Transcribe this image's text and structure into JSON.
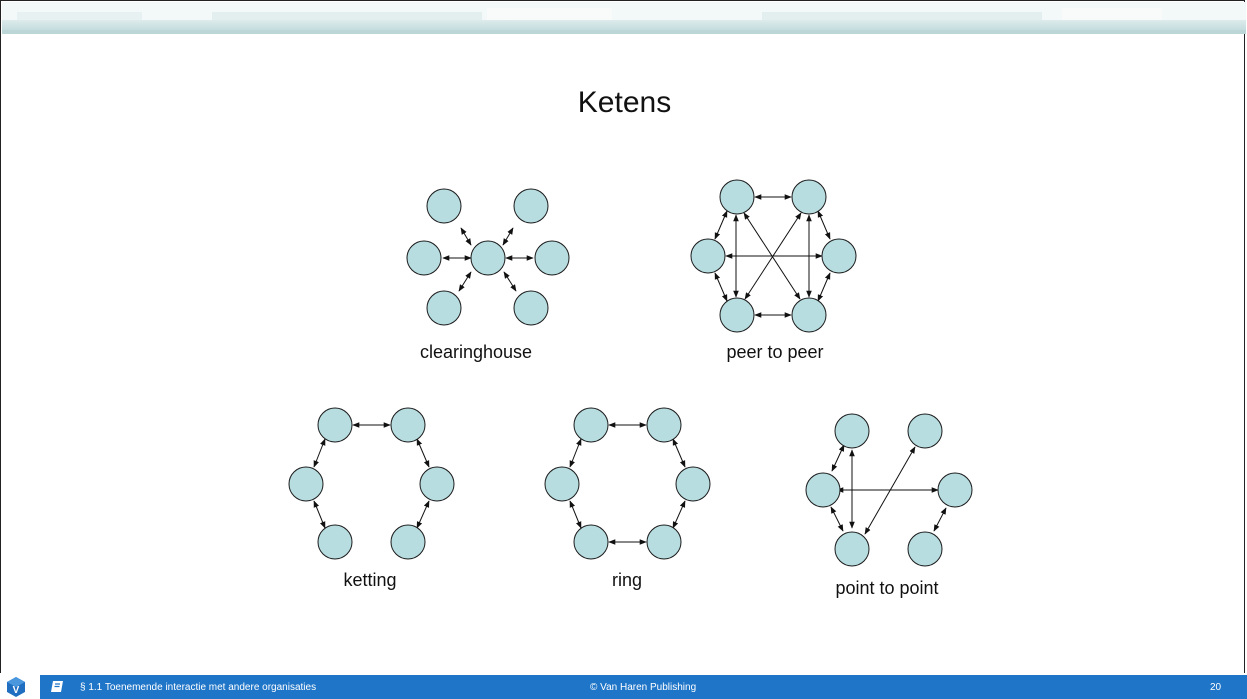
{
  "slide": {
    "title": "Ketens",
    "page_number": "20"
  },
  "diagrams": {
    "clearinghouse": {
      "caption": "clearinghouse"
    },
    "peer_to_peer": {
      "caption": "peer to peer"
    },
    "ketting": {
      "caption": "ketting"
    },
    "ring": {
      "caption": "ring"
    },
    "point_to_point": {
      "caption": "point to point"
    }
  },
  "footer": {
    "section": "§ 1.1 Toenemende interactie met andere organisaties",
    "copyright": "© Van Haren Publishing",
    "page": "20"
  },
  "colors": {
    "node_fill": "#b7dde1",
    "node_stroke": "#1a1a1a",
    "footer_bar": "#1f75c8",
    "header_band": "#c9dfe0"
  },
  "icons": [
    "book-icon",
    "vhp-logo"
  ]
}
